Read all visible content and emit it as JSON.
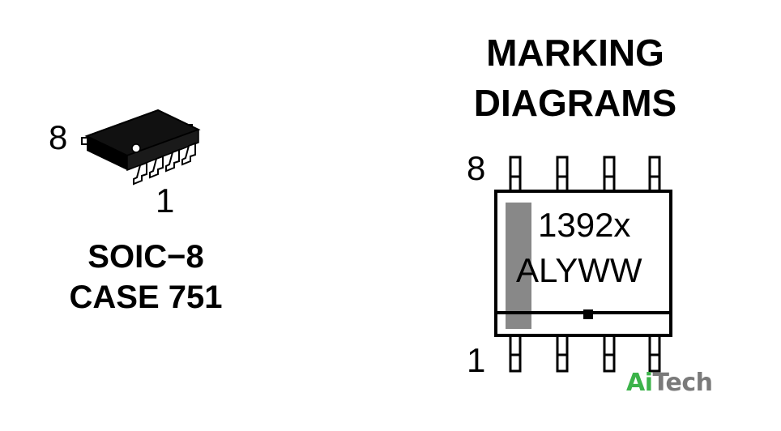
{
  "package": {
    "pin_top_label": "8",
    "pin_bottom_label": "1",
    "name_line1": "SOIC−8",
    "name_line2": "CASE 751"
  },
  "marking": {
    "title_line1": "MARKING",
    "title_line2": "DIAGRAMS",
    "pin_top_label": "8",
    "pin_bottom_label": "1",
    "line1": "1392x",
    "line2": "ALYWW"
  },
  "watermark": {
    "part1": "Ai",
    "part2": "Tech",
    "color1": "#3cb34a",
    "color2": "#7a7a7a"
  }
}
